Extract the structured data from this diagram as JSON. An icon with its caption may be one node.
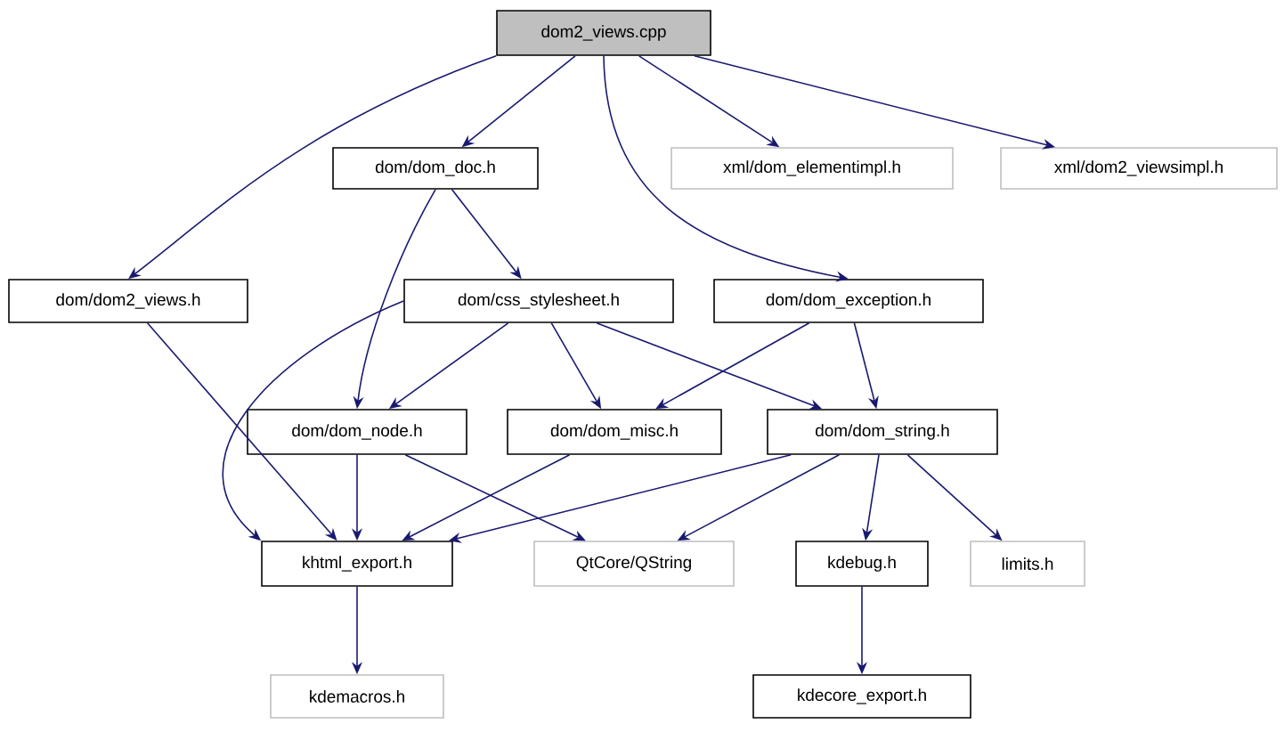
{
  "diagram": {
    "nodes": [
      {
        "text": [
          "dom2_views.cpp"
        ]
      },
      {
        "text": [
          "dom/dom_doc.h"
        ]
      },
      {
        "text": [
          "xml/dom_elementimpl.h"
        ]
      },
      {
        "text": [
          "xml/dom2_viewsimpl.h"
        ]
      },
      {
        "text": [
          "dom/dom2_views.h"
        ]
      },
      {
        "text": [
          "dom/css_stylesheet.h"
        ]
      },
      {
        "text": [
          "dom/dom_exception.h"
        ]
      },
      {
        "text": [
          "dom/dom_node.h"
        ]
      },
      {
        "text": [
          "dom/dom_misc.h"
        ]
      },
      {
        "text": [
          "dom/dom_string.h"
        ]
      },
      {
        "text": [
          "khtml_export.h"
        ]
      },
      {
        "text": [
          "QtCore/QString"
        ]
      },
      {
        "text": [
          "kdebug.h"
        ]
      },
      {
        "text": [
          "limits.h"
        ]
      },
      {
        "text": [
          "kdemacros.h"
        ]
      },
      {
        "text": [
          "kdecore_export.h"
        ]
      }
    ],
    "edges": [
      {
        "from": 0,
        "to": 4,
        "arrow": "to"
      },
      {
        "from": 0,
        "to": 1,
        "arrow": "to"
      },
      {
        "from": 0,
        "to": 6,
        "arrow": "to"
      },
      {
        "from": 0,
        "to": 2,
        "arrow": "to"
      },
      {
        "from": 0,
        "to": 3,
        "arrow": "to"
      },
      {
        "from": 1,
        "to": 5,
        "arrow": "to"
      },
      {
        "from": 1,
        "to": 7,
        "arrow": "to"
      },
      {
        "from": 4,
        "to": 10,
        "arrow": "to"
      },
      {
        "from": 5,
        "to": 10,
        "arrow": "to"
      },
      {
        "from": 5,
        "to": 7,
        "arrow": "to"
      },
      {
        "from": 5,
        "to": 8,
        "arrow": "to"
      },
      {
        "from": 5,
        "to": 9,
        "arrow": "to"
      },
      {
        "from": 6,
        "to": 8,
        "arrow": "to"
      },
      {
        "from": 6,
        "to": 9,
        "arrow": "to"
      },
      {
        "from": 7,
        "to": 10,
        "arrow": "to"
      },
      {
        "from": 7,
        "to": 11,
        "arrow": "to"
      },
      {
        "from": 8,
        "to": 10,
        "arrow": "to"
      },
      {
        "from": 9,
        "to": 10,
        "arrow": "to"
      },
      {
        "from": 9,
        "to": 11,
        "arrow": "to"
      },
      {
        "from": 9,
        "to": 12,
        "arrow": "to"
      },
      {
        "from": 9,
        "to": 13,
        "arrow": "to"
      },
      {
        "from": 10,
        "to": 14,
        "arrow": "to"
      },
      {
        "from": 12,
        "to": 15,
        "arrow": "to"
      }
    ]
  }
}
